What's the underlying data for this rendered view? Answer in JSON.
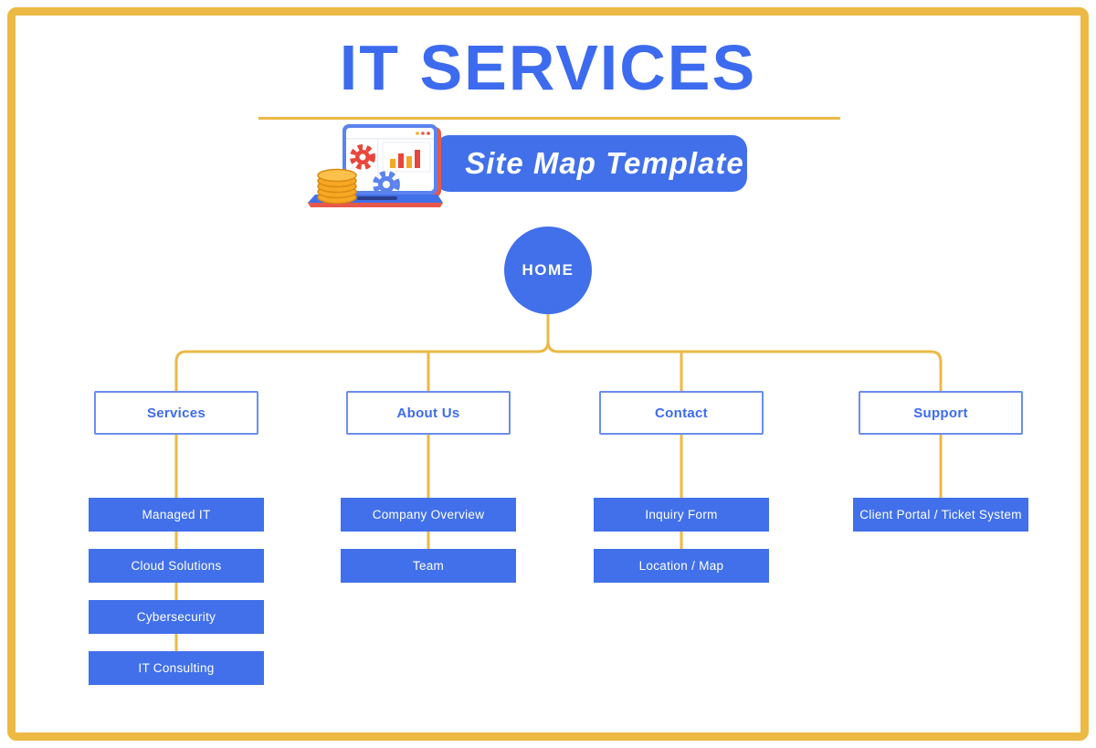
{
  "header": {
    "title": "IT SERVICES",
    "subtitle": "Site Map Template"
  },
  "root": {
    "label": "HOME"
  },
  "columns": [
    {
      "label": "Services",
      "children": [
        "Managed IT",
        "Cloud Solutions",
        "Cybersecurity",
        "IT Consulting"
      ]
    },
    {
      "label": "About Us",
      "children": [
        "Company Overview",
        "Team"
      ]
    },
    {
      "label": "Contact",
      "children": [
        "Inquiry Form",
        "Location / Map"
      ]
    },
    {
      "label": "Support",
      "children": [
        "Client Portal / Ticket System"
      ]
    }
  ],
  "icons": {
    "illustration": "laptop-analytics-illustration"
  },
  "colors": {
    "accent_blue": "#4170EA",
    "title_blue": "#3D6BEF",
    "line_yellow": "#ECB945",
    "accent_red": "#E8584A",
    "accent_orange": "#F5A823",
    "white": "#FFFFFF"
  }
}
